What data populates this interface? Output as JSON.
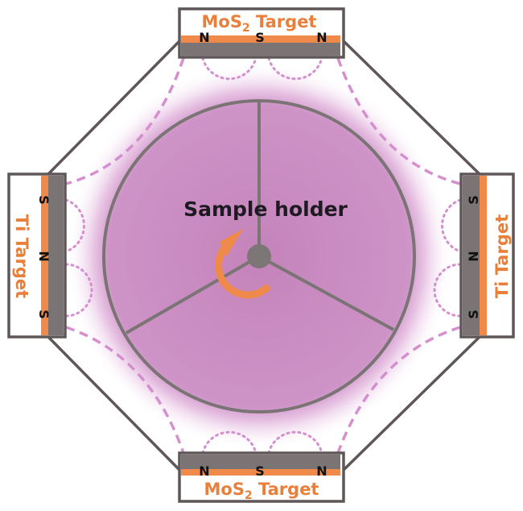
{
  "diagram": {
    "center_label": "Sample holder",
    "targets": {
      "top": {
        "name": "MoS",
        "subscript": "2",
        "suffix": " Target",
        "poles": [
          "N",
          "S",
          "N"
        ]
      },
      "bottom": {
        "name": "MoS",
        "subscript": "2",
        "suffix": " Target",
        "poles": [
          "N",
          "S",
          "N"
        ]
      },
      "left": {
        "label": "Ti Target",
        "poles": [
          "S",
          "N",
          "S"
        ]
      },
      "right": {
        "label": "Ti Target",
        "poles": [
          "S",
          "N",
          "S"
        ]
      }
    },
    "colors": {
      "target_orange": "#f08a4b",
      "magnet_gray": "#7a7474",
      "frame_gray": "#5f5757",
      "field_pink": "#d58fcf",
      "plasma_purple": "#c98cc0"
    }
  }
}
